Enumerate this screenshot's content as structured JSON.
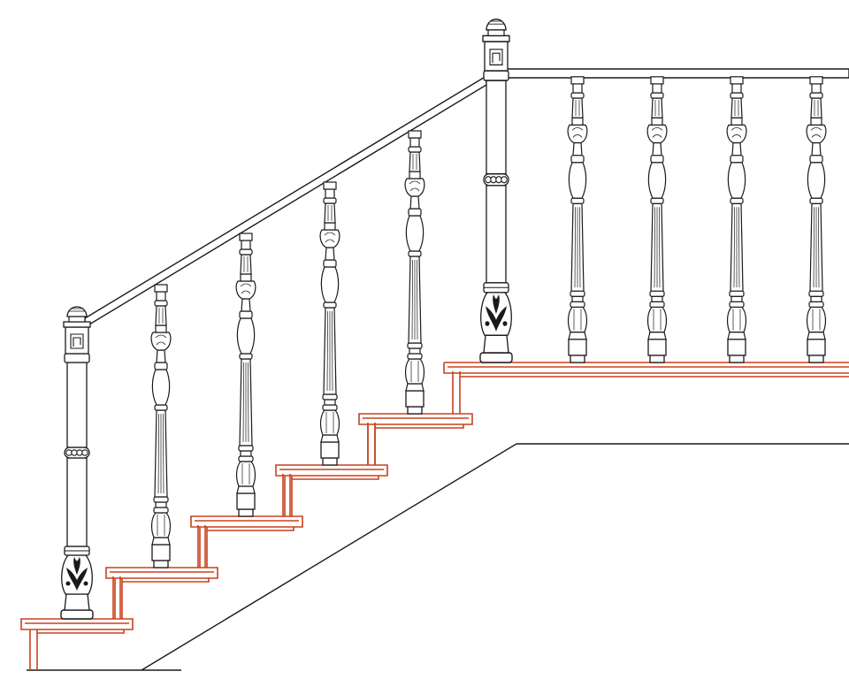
{
  "drawing": {
    "subject": "staircase-balustrade-elevation",
    "colors": {
      "background": "#ffffff",
      "linework": "#1a1a1a",
      "treads": "#c8411e"
    },
    "components": {
      "steps": 6,
      "newel_posts": 2,
      "stair_balusters": 4,
      "landing_balusters": 4,
      "handrails": 2
    }
  }
}
